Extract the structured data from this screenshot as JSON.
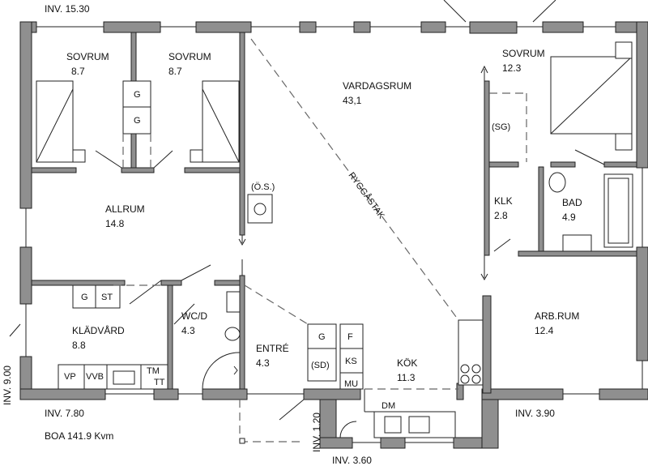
{
  "plan": {
    "rooms": [
      {
        "name": "SOVRUM",
        "area": "8.7"
      },
      {
        "name": "SOVRUM",
        "area": "8.7"
      },
      {
        "name": "VARDAGSRUM",
        "area": "43,1"
      },
      {
        "name": "SOVRUM",
        "area": "12.3"
      },
      {
        "name": "ALLRUM",
        "area": "14.8"
      },
      {
        "name": "KLK",
        "area": "2.8"
      },
      {
        "name": "BAD",
        "area": "4.9"
      },
      {
        "name": "KLÄDVÅRD",
        "area": "8.8"
      },
      {
        "name": "WC/D",
        "area": "4.3"
      },
      {
        "name": "ENTRÉ",
        "area": "4.3"
      },
      {
        "name": "KÖK",
        "area": "11.3"
      },
      {
        "name": "ARB.RUM",
        "area": "12.4"
      }
    ],
    "dimensions": {
      "top_left": "INV. 15.30",
      "left": "INV. 9.00",
      "bottom_left": "INV. 7.80",
      "bottom_mid": "INV. 1.20",
      "bottom": "INV. 3.60",
      "bottom_right": "INV. 3.90"
    },
    "fixtures": {
      "g1": "G",
      "g2": "G",
      "g3": "G",
      "g4": "G",
      "st": "ST",
      "vp": "VP",
      "vvb": "VVB",
      "tm": "TM",
      "tt": "TT",
      "f": "F",
      "ks": "KS",
      "mu": "MU",
      "sd": "(SD)",
      "sg": "(SG)",
      "os": "(Ö.S.)",
      "dm": "DM"
    },
    "roof_label": "RYGGÅSTAK",
    "boa": "BOA 141.9 Kvm"
  }
}
